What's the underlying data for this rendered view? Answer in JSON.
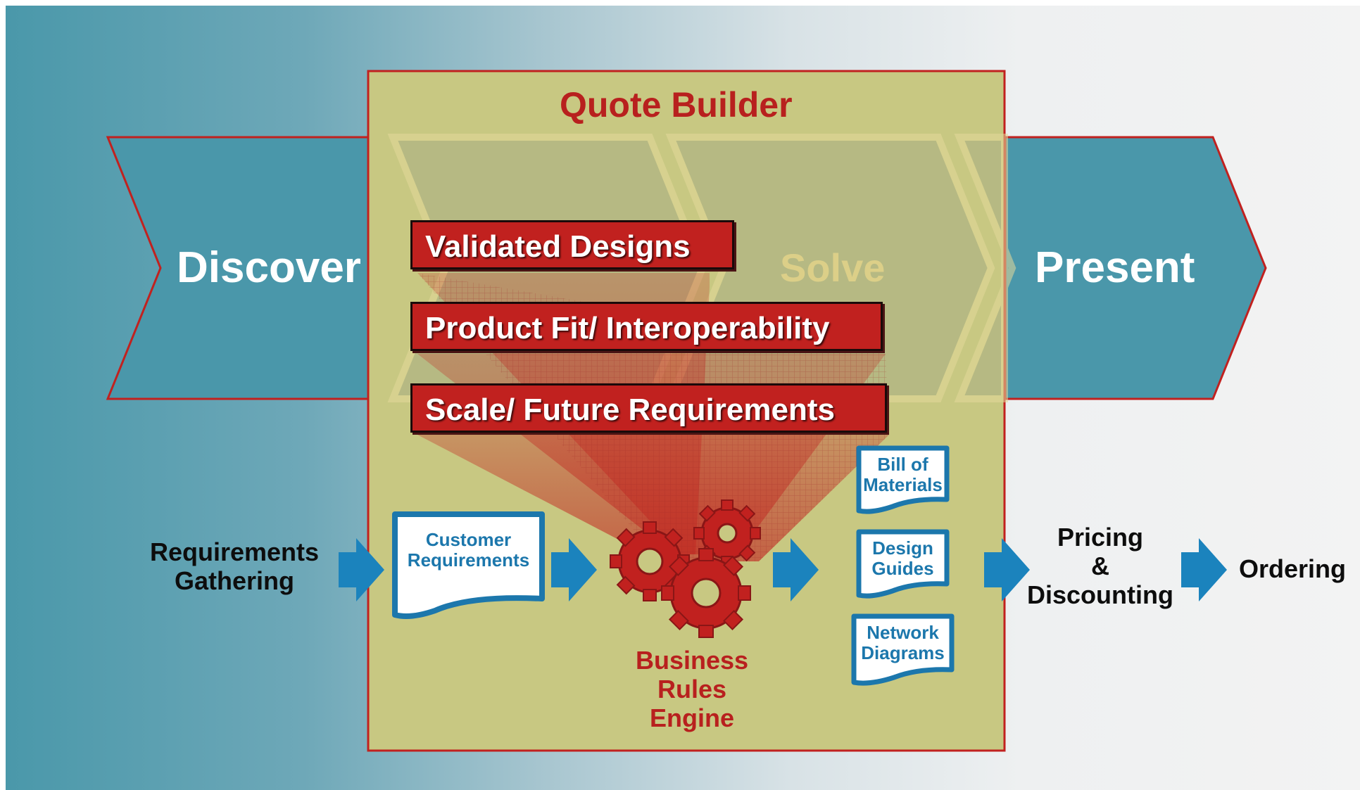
{
  "phases": {
    "discover": "Discover",
    "solve": "Solve",
    "present": "Present"
  },
  "quote_builder": {
    "title": "Quote Builder",
    "banners": [
      "Validated Designs",
      "Product Fit/ Interoperability",
      "Scale/ Future Requirements"
    ],
    "engine_label": [
      "Business",
      "Rules",
      "Engine"
    ]
  },
  "flow": {
    "requirements_gathering": [
      "Requirements",
      "Gathering"
    ],
    "customer_requirements": [
      "Customer",
      "Requirements"
    ],
    "outputs": [
      [
        "Bill of",
        "Materials"
      ],
      [
        "Design",
        "Guides"
      ],
      [
        "Network",
        "Diagrams"
      ]
    ],
    "pricing": [
      "Pricing",
      "&",
      "Discounting"
    ],
    "ordering": "Ordering"
  },
  "colors": {
    "chevron_fill": "#4a97aa",
    "chevron_border": "#c1211f",
    "quote_builder_fill": "#c8c882",
    "brand_red": "#c1211f",
    "arrow_blue": "#1b83bd",
    "doc_text_blue": "#1c77ac",
    "top_heading_orange": "#e8a21a"
  },
  "icons": [
    "flow-arrow-icon",
    "gear-icon",
    "document-icon"
  ]
}
